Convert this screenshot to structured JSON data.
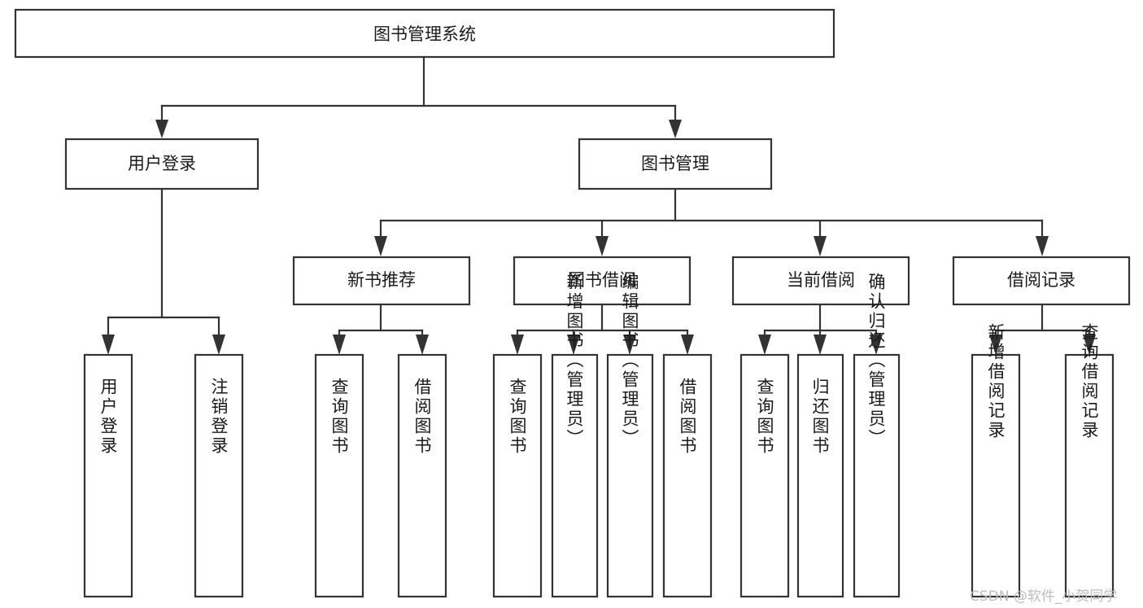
{
  "diagram": {
    "type": "tree-hierarchy",
    "root": {
      "label": "图书管理系统",
      "name": "node-root-library-management-system"
    },
    "level2": [
      {
        "label": "用户登录",
        "name": "node-user-login"
      },
      {
        "label": "图书管理",
        "name": "node-book-management"
      }
    ],
    "level3": [
      {
        "label": "新书推荐",
        "name": "node-new-book-recommendation"
      },
      {
        "label": "图书借阅",
        "name": "node-book-borrowing"
      },
      {
        "label": "当前借阅",
        "name": "node-current-borrowing"
      },
      {
        "label": "借阅记录",
        "name": "node-borrowing-record"
      }
    ],
    "leaves": {
      "user_login": [
        {
          "label": "用户登录",
          "name": "leaf-user-login"
        },
        {
          "label": "注销登录",
          "name": "leaf-logout"
        }
      ],
      "new_book_recommendation": [
        {
          "label": "查询图书",
          "name": "leaf-query-book-1"
        },
        {
          "label": "借阅图书",
          "name": "leaf-borrow-book-1"
        }
      ],
      "book_borrowing": [
        {
          "label": "查询图书",
          "name": "leaf-query-book-2"
        },
        {
          "label": "新增图书（管理员）",
          "name": "leaf-add-book-admin"
        },
        {
          "label": "编辑图书（管理员）",
          "name": "leaf-edit-book-admin"
        },
        {
          "label": "借阅图书",
          "name": "leaf-borrow-book-2"
        }
      ],
      "current_borrowing": [
        {
          "label": "查询图书",
          "name": "leaf-query-book-3"
        },
        {
          "label": "归还图书",
          "name": "leaf-return-book"
        },
        {
          "label": "确认归还（管理员）",
          "name": "leaf-confirm-return-admin"
        }
      ],
      "borrowing_record": [
        {
          "label": "新增借阅记录",
          "name": "leaf-add-borrow-record"
        },
        {
          "label": "查询借阅记录",
          "name": "leaf-query-borrow-record"
        }
      ]
    }
  },
  "watermark": {
    "text": "CSDN @软件_小贺同学"
  },
  "colors": {
    "box_stroke": "#333333",
    "box_fill": "#ffffff",
    "text": "#1a1a1a",
    "background": "#ffffff",
    "watermark": "#bdbdbd"
  }
}
